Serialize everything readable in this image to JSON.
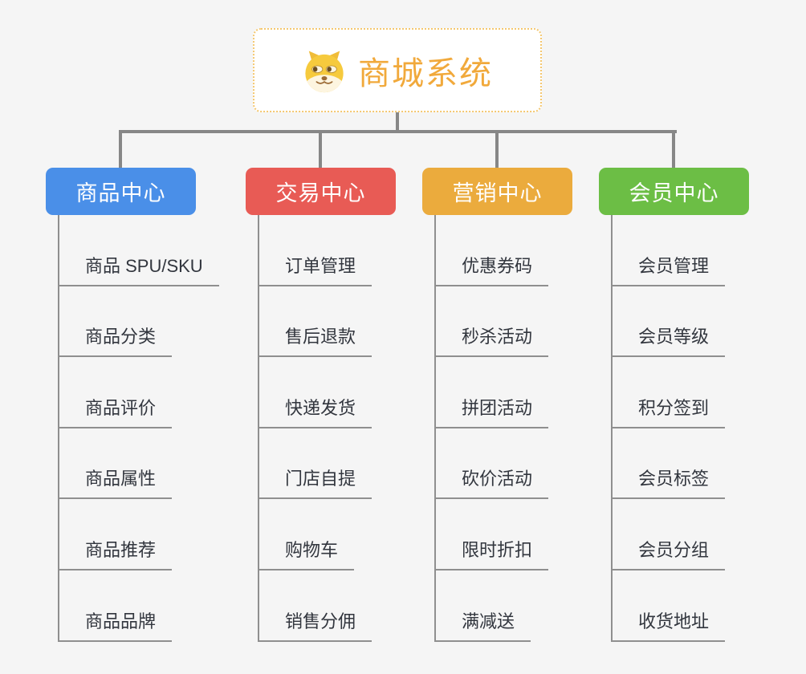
{
  "page": {
    "background": "#f5f5f5"
  },
  "root": {
    "title": "商城系统",
    "title_color": "#f1a93b",
    "border_color": "#f4c76f",
    "icon": "doge-icon"
  },
  "connector_color": "#878787",
  "branches": [
    {
      "label": "商品中心",
      "color": "#4a8fe8",
      "children": [
        "商品 SPU/SKU",
        "商品分类",
        "商品评价",
        "商品属性",
        "商品推荐",
        "商品品牌"
      ]
    },
    {
      "label": "交易中心",
      "color": "#e85b55",
      "children": [
        "订单管理",
        "售后退款",
        "快递发货",
        "门店自提",
        "购物车",
        "销售分佣"
      ]
    },
    {
      "label": "营销中心",
      "color": "#ebab3d",
      "children": [
        "优惠券码",
        "秒杀活动",
        "拼团活动",
        "砍价活动",
        "限时折扣",
        "满减送"
      ]
    },
    {
      "label": "会员中心",
      "color": "#6cbe45",
      "children": [
        "会员管理",
        "会员等级",
        "积分签到",
        "会员标签",
        "会员分组",
        "收货地址"
      ]
    }
  ]
}
